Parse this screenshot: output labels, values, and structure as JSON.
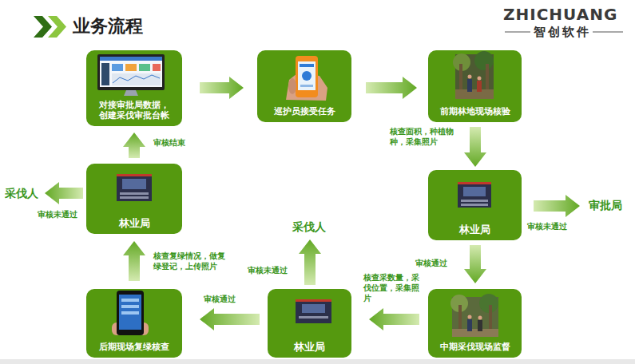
{
  "diagram": {
    "title": "业务流程",
    "nodes": [
      {
        "text": [
          "对接审批局数据， 创建采伐审批台帐"
        ]
      },
      {
        "text": [
          "巡护员接受任务"
        ]
      },
      {
        "text": [
          "前期林地现场核验"
        ]
      },
      {
        "text": [
          "林业局"
        ]
      },
      {
        "text": [
          "中期采伐现场监督"
        ]
      },
      {
        "text": [
          "林业局"
        ]
      },
      {
        "text": [
          "后期现场复绿核查"
        ]
      },
      {
        "text": [
          "林业局"
        ]
      }
    ],
    "edges": [
      {
        "from": 0,
        "to": 1,
        "arrow": "to"
      },
      {
        "from": 1,
        "to": 2,
        "arrow": "to"
      },
      {
        "from": 2,
        "to": 3,
        "label": "核查面积，种植物 种，采集照片",
        "arrow": "to"
      },
      {
        "from": 3,
        "to": 4,
        "label": "审核通过",
        "arrow": "to"
      },
      {
        "from": 4,
        "to": 5,
        "label": "核查采数量，采 伐位置，采集照 片",
        "arrow": "to"
      },
      {
        "from": 5,
        "to": 6,
        "label": "审核通过",
        "arrow": "to"
      },
      {
        "from": 6,
        "to": 7,
        "label": "核查复绿情况，做复 绿登记，上传照片",
        "arrow": "to"
      },
      {
        "from": 7,
        "to": 0,
        "label": "审核结束",
        "arrow": "to"
      }
    ],
    "labels": [
      "ZHICHUANG",
      "智创软件",
      "审批局",
      "审核未通过",
      "采伐人",
      "审核未通过",
      "采伐人",
      "审核未通过"
    ]
  }
}
